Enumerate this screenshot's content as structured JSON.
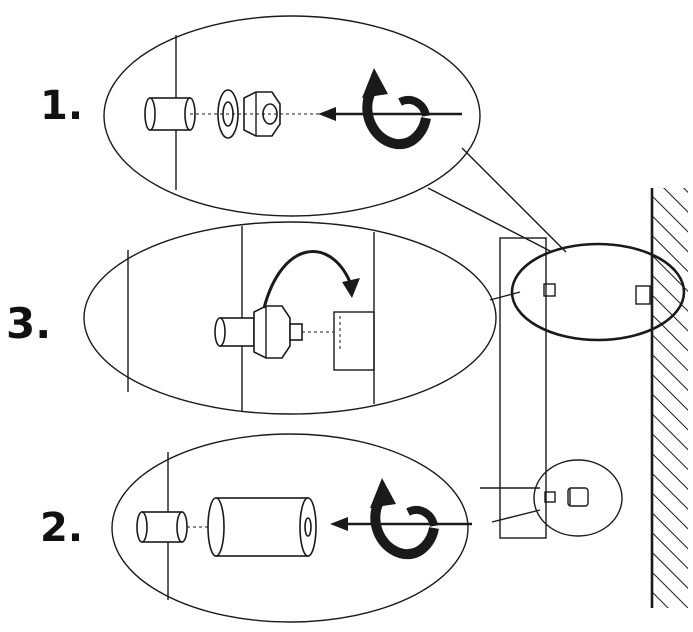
{
  "steps": [
    {
      "id": "1",
      "label": "1."
    },
    {
      "id": "3",
      "label": "3."
    },
    {
      "id": "2",
      "label": "2."
    }
  ],
  "colors": {
    "ink": "#1a1a1a",
    "background": "#ffffff"
  },
  "icons": [
    "rotate-arrow-icon",
    "push-arrow-icon",
    "curved-arrow-icon",
    "wall-hatch"
  ]
}
